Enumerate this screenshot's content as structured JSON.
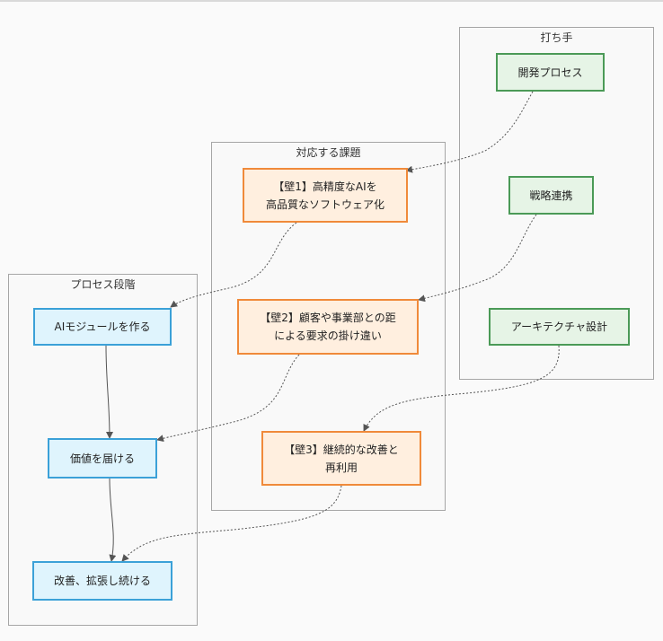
{
  "groups": {
    "process": {
      "title": "プロセス段階"
    },
    "challenges": {
      "title": "対応する課題"
    },
    "actions": {
      "title": "打ち手"
    }
  },
  "nodes": {
    "p1": "AIモジュールを作る",
    "p2": "価値を届ける",
    "p3": "改善、拡張し続ける",
    "w1": "【壁1】高精度なAIを\n高品質なソフトウェア化",
    "w2": "【壁2】顧客や事業部との距\nによる要求の掛け違い",
    "w3": "【壁3】継続的な改善と\n再利用",
    "a1": "開発プロセス",
    "a2": "戦略連携",
    "a3": "アーキテクチャ設計"
  },
  "colors": {
    "process_fill": "#dff4fd",
    "process_stroke": "#3ba1d8",
    "challenge_fill": "#ffefdf",
    "challenge_stroke": "#f08a3a",
    "action_fill": "#e6f4e6",
    "action_stroke": "#4b9a57",
    "edge": "#555555"
  }
}
